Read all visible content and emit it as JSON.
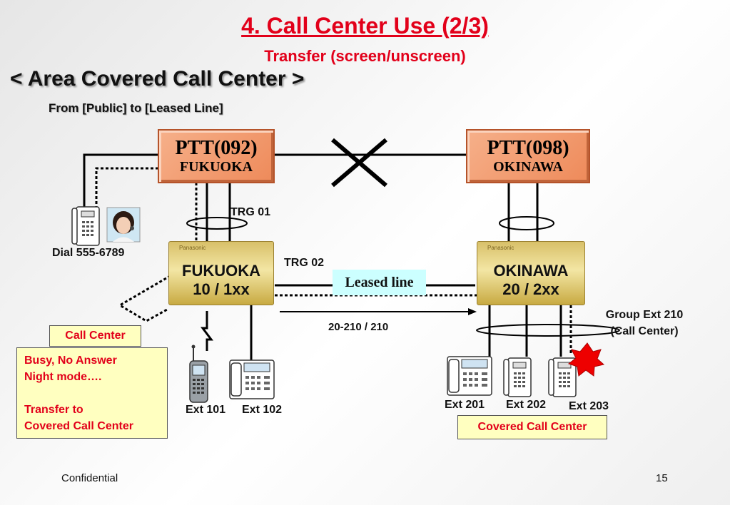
{
  "header": {
    "title": "4. Call Center Use (2/3)",
    "subtitle": "Transfer (screen/unscreen)",
    "heading": "< Area Covered Call Center >",
    "subheading": "From [Public] to [Leased Line]"
  },
  "ptt_left": {
    "code": "PTT(092)",
    "city": "FUKUOKA"
  },
  "ptt_right": {
    "code": "PTT(098)",
    "city": "OKINAWA"
  },
  "pbx_left": {
    "brand": "Panasonic",
    "name": "FUKUOKA",
    "number": "10 / 1xx"
  },
  "pbx_right": {
    "brand": "Panasonic",
    "name": "OKINAWA",
    "number": "20 / 2xx"
  },
  "labels": {
    "trg01": "TRG 01",
    "trg02": "TRG 02",
    "leased_line": "Leased line",
    "transfer_number": "20-210 / 210",
    "dial": "Dial 555-6789",
    "group_line1": "Group Ext 210",
    "group_line2": "(Call Center)",
    "ext101": "Ext 101",
    "ext102": "Ext 102",
    "ext201": "Ext 201",
    "ext202": "Ext 202",
    "ext203": "Ext 203"
  },
  "call_center": {
    "label": "Call Center",
    "line1": "Busy, No Answer",
    "line2": "Night mode….",
    "line3": "Transfer to",
    "line4": "Covered Call Center"
  },
  "covered_call_center": "Covered Call Center",
  "footer": {
    "left": "Confidential",
    "page": "15"
  },
  "colors": {
    "accent_red": "#e2001a",
    "ptt_orange": "#f4a37a",
    "pbx_gold": "#e0cb78",
    "note_yellow": "#ffffc0",
    "leased_cyan": "#ccffff"
  }
}
